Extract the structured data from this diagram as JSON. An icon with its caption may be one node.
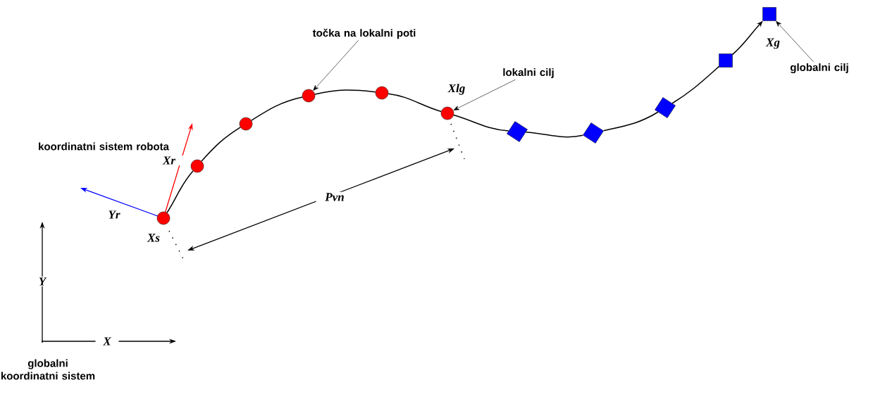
{
  "diagram": {
    "nodes": [
      {
        "text": [
          "točka na lokalni poti"
        ]
      },
      {
        "text": [
          "lokalni cilj"
        ]
      },
      {
        "text": [
          "globalni cilj"
        ]
      },
      {
        "text": [],
        "shape": "circle",
        "beside": [
          "Xs"
        ]
      },
      {
        "text": [],
        "shape": "circle"
      },
      {
        "text": [],
        "shape": "circle"
      },
      {
        "text": [],
        "shape": "circle"
      },
      {
        "text": [],
        "shape": "circle"
      },
      {
        "text": [],
        "shape": "circle",
        "beside": [
          "Xlg"
        ]
      },
      {
        "text": [],
        "shape": "diamond"
      },
      {
        "text": [],
        "shape": "diamond"
      },
      {
        "text": [],
        "shape": "diamond"
      },
      {
        "text": [],
        "shape": "box"
      },
      {
        "text": [],
        "shape": "box",
        "beside": [
          "Xg"
        ]
      }
    ],
    "edges": [
      {
        "from": 3,
        "to": 4,
        "arrow": "none"
      },
      {
        "from": 4,
        "to": 5,
        "arrow": "none"
      },
      {
        "from": 5,
        "to": 6,
        "arrow": "none"
      },
      {
        "from": 6,
        "to": 7,
        "arrow": "none"
      },
      {
        "from": 7,
        "to": 8,
        "arrow": "none"
      },
      {
        "from": 8,
        "to": 9,
        "arrow": "none"
      },
      {
        "from": 9,
        "to": 10,
        "arrow": "none"
      },
      {
        "from": 10,
        "to": 11,
        "arrow": "none"
      },
      {
        "from": 11,
        "to": 12,
        "arrow": "none"
      },
      {
        "from": 12,
        "to": 13,
        "arrow": "to"
      },
      {
        "from": 0,
        "to": 6,
        "arrow": "to"
      },
      {
        "from": 1,
        "to": 8,
        "arrow": "to"
      },
      {
        "from": 2,
        "to": 13,
        "arrow": "to"
      }
    ],
    "labels": [
      "koordinatni sistem robota",
      "Xr",
      "Yr",
      "Pvn",
      "Y",
      "X",
      "globalni koordinatni sistem"
    ]
  }
}
